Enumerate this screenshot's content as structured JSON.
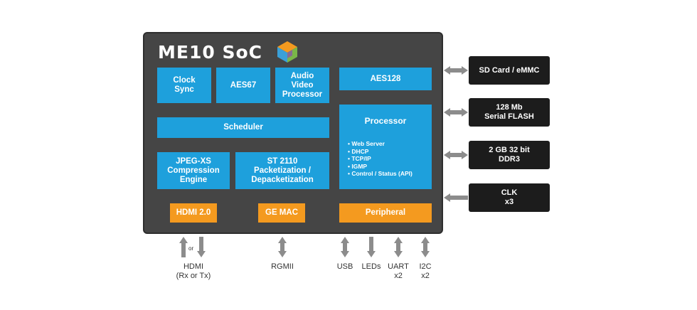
{
  "soc": {
    "title": "ME10 SoC",
    "blocks": {
      "clock_sync": [
        "Clock",
        "Sync"
      ],
      "aes67": "AES67",
      "av_processor": [
        "Audio",
        "Video",
        "Processor"
      ],
      "aes128": "AES128",
      "scheduler": "Scheduler",
      "processor": {
        "title": "Processor",
        "items": [
          "Web Server",
          "DHCP",
          "TCP/IP",
          "IGMP",
          "Control / Status (API)"
        ]
      },
      "jpeg_xs": [
        "JPEG-XS",
        "Compression",
        "Engine"
      ],
      "st2110": [
        "ST 2110",
        "Packetization /",
        "Depacketization"
      ],
      "hdmi": "HDMI 2.0",
      "ge_mac": "GE MAC",
      "peripheral": "Peripheral"
    }
  },
  "external": [
    [
      "SD Card / eMMC"
    ],
    [
      "128 Mb",
      "Serial FLASH"
    ],
    [
      "2 GB 32 bit",
      "DDR3"
    ],
    [
      "CLK",
      "x3"
    ]
  ],
  "bottom_labels": {
    "or": "or",
    "hdmi": [
      "HDMI",
      "(Rx or Tx)"
    ],
    "rgmii": "RGMII",
    "usb": "USB",
    "leds": "LEDs",
    "uart": [
      "UART",
      "x2"
    ],
    "i2c": [
      "I2C",
      "x2"
    ]
  },
  "colors": {
    "soc_body": "#454545",
    "block_blue": "#1ea0dc",
    "block_orange": "#f49a1f",
    "external_box": "#1c1c1c",
    "arrow": "#8c8c8c"
  }
}
